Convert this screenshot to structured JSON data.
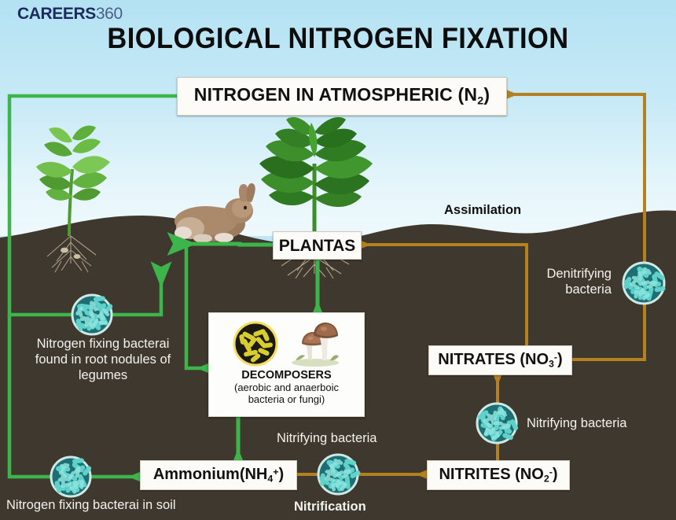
{
  "header": {
    "logo_bold": "CAREERS",
    "logo_light": "360",
    "title": "BIOLOGICAL NITROGEN FIXATION"
  },
  "colors": {
    "sky_top": "#b3e2f3",
    "sky_bottom": "#eef9fc",
    "soil": "#3f382e",
    "green_arrow": "#3cb54a",
    "orange_arrow": "#b5801f",
    "box_fill": "#fcfbf7",
    "bacteria_teal": "#2aa3a0",
    "bacteria_yellow": "#d8c42a",
    "title_black": "#0d0d0d",
    "logo_navy": "#1c2b5e"
  },
  "boxes": {
    "atmosphere": {
      "text_main": "NITROGEN IN ATMOSPHERIC  (N",
      "sub": "2",
      "text_tail": ")"
    },
    "plantas": {
      "label": "PLANTAS"
    },
    "nitrates": {
      "text_main": "NITRATES (NO",
      "sub": "3",
      "sup": "-",
      "text_tail": ")"
    },
    "nitrites": {
      "text_main": "NITRITES (NO",
      "sub": "2",
      "sup": "-",
      "text_tail": ")"
    },
    "ammonium": {
      "text_main": "Ammonium(NH",
      "sub": "4",
      "sup": "+",
      "text_tail": ")"
    }
  },
  "decomposers": {
    "title": "DECOMPOSERS",
    "subtitle_line1": "(aerobic and anaerboic",
    "subtitle_line2": "bacteria or fungi)",
    "icon_bacteria": "yellow-bacteria-circle-icon",
    "icon_fungi": "mushroom-icon"
  },
  "labels": {
    "nodule_bacteria_line1": "Nitrogen fixing bacterai",
    "nodule_bacteria_line2": "found in root nodules of",
    "nodule_bacteria_line3": "legumes",
    "soil_bacteria": "Nitrogen fixing bacterai in soil",
    "denitrifying_line1": "Denitrifying",
    "denitrifying_line2": "bacteria",
    "nitrifying_right": "Nitrifying bacteria",
    "nitrifying_middle": "Nitrifying bacteria",
    "assimilation": "Assimilation",
    "nitrification": "Nitrification"
  },
  "scene_icons": {
    "plant_left": "legume-plant-with-roots-icon",
    "plant_center": "leafy-plant-with-roots-icon",
    "animal": "rabbit-icon",
    "bacteria_nodule": "teal-bacteria-circle-icon",
    "bacteria_soil": "teal-bacteria-circle-icon",
    "bacteria_nitrifying_mid": "teal-bacteria-circle-icon",
    "bacteria_nitrifying_right": "teal-bacteria-circle-icon",
    "bacteria_denitrifying": "teal-bacteria-circle-icon"
  }
}
